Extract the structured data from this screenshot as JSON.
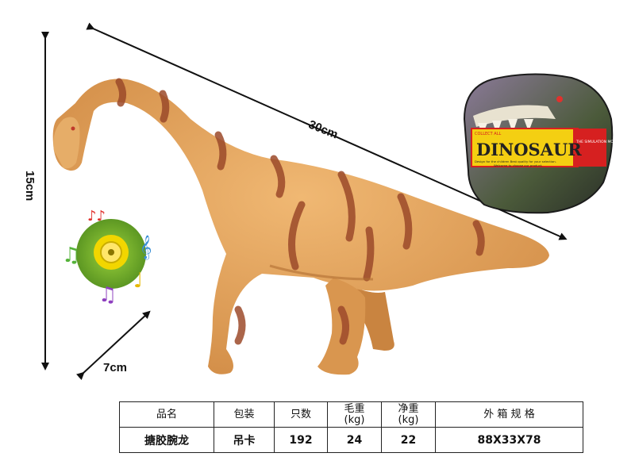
{
  "dimensions": {
    "height": "15cm",
    "length": "30cm",
    "depth": "7cm"
  },
  "badge": {
    "brand_top": "COLLECT ALL",
    "brand": "DINOSAUR",
    "side_label": "THE SIMULATION MODEL",
    "tagline_1": "Design for the children Best quality for your selection.",
    "tagline_2": "Welcome to choose our product."
  },
  "spec_table": {
    "headers": [
      "品名",
      "包装",
      "只数",
      "毛重\n(kg)",
      "净重\n(kg)",
      "外 箱 规 格"
    ],
    "rows": [
      [
        "搪胶腕龙",
        "吊卡",
        "192",
        "24",
        "22",
        "88X33X78"
      ]
    ]
  },
  "colors": {
    "dino_body": "#e2a35c",
    "dino_stripe": "#9c4a2a",
    "badge_yellow": "#f4cf12",
    "badge_red": "#d62020",
    "sound_green": "#6ea82a"
  },
  "icons": [
    "music-note-icon",
    "speaker-button-icon"
  ]
}
